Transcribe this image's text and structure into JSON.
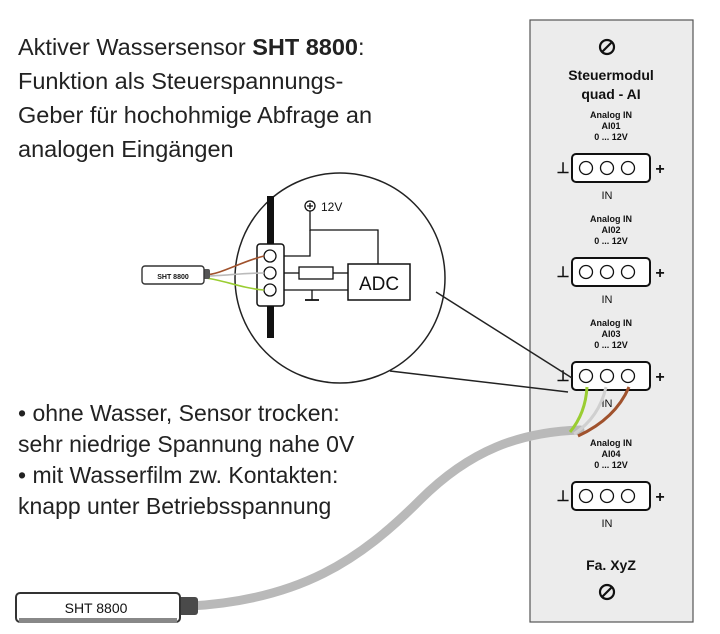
{
  "title": {
    "prefix": "Aktiver Wassersensor ",
    "model": "SHT 8800",
    "suffix": ":",
    "line2": "Funktion als Steuerspannungs-",
    "line3": "Geber für hochohmige Abfrage an",
    "line4": "analogen Eingängen"
  },
  "notes": [
    "• ohne Wasser, Sensor trocken:",
    "sehr niedrige Spannung nahe 0V",
    "• mit Wasserfilm zw. Kontakten:",
    "knapp unter Betriebsspannung"
  ],
  "module": {
    "title_line1": "Steuermodul",
    "title_line2": "quad - AI",
    "footer": "Fa. XyZ",
    "inputs": [
      {
        "type": "Analog IN",
        "id": "AI01",
        "range": "0 ... 12V",
        "label": "IN"
      },
      {
        "type": "Analog IN",
        "id": "AI02",
        "range": "0 ... 12V",
        "label": "IN"
      },
      {
        "type": "Analog IN",
        "id": "AI03",
        "range": "0 ... 12V",
        "label": "IN"
      },
      {
        "type": "Analog IN",
        "id": "AI04",
        "range": "0 ... 12V",
        "label": "IN"
      }
    ],
    "minus_symbol": "⊥",
    "plus_symbol": "+"
  },
  "detail": {
    "supply_label": "12V",
    "adc_label": "ADC",
    "sensor_small_label": "SHT 8800"
  },
  "sensor_label": "SHT 8800"
}
